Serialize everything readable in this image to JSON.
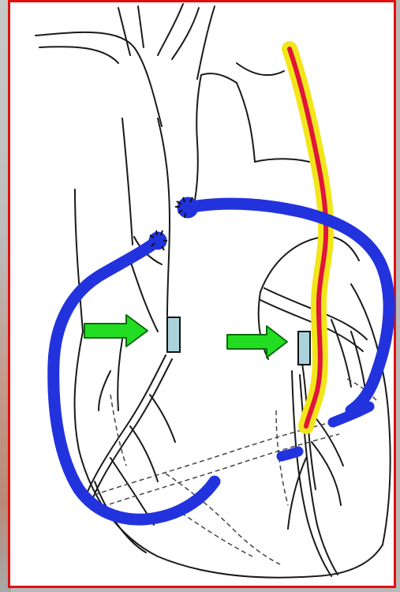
{
  "diagram": {
    "subject": "heart",
    "colors": {
      "frame": "#e01010",
      "background": "#ffffff",
      "outline": "#1a1a1a",
      "vein_graft": "#2233dd",
      "artery_graft_fill": "#e0143c",
      "artery_graft_border": "#f2e61a",
      "pointer_arrow_fill": "#22dd22",
      "pointer_arrow_stroke": "#0b6b0b",
      "marker_fill": "#a9d3d9",
      "marker_stroke": "#111111"
    },
    "graft_labels": [],
    "pointers": [
      {
        "id": "left-arrow",
        "icon": "right-arrow-icon"
      },
      {
        "id": "right-arrow",
        "icon": "right-arrow-icon"
      }
    ],
    "markers": [
      {
        "id": "left-marker"
      },
      {
        "id": "right-marker"
      }
    ]
  }
}
